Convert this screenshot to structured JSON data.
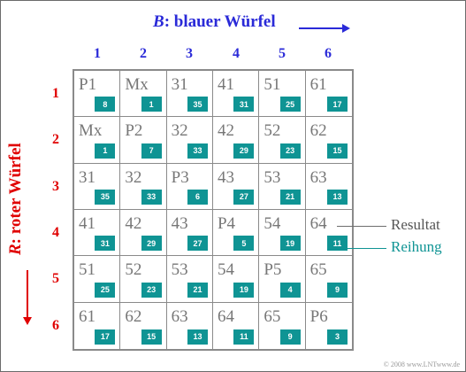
{
  "header": {
    "title_var": "B",
    "title_text": ":  blauer Würfel"
  },
  "side": {
    "title_var": "R",
    "title_text": ":  roter Würfel"
  },
  "columns": [
    "1",
    "2",
    "3",
    "4",
    "5",
    "6"
  ],
  "rows": [
    "1",
    "2",
    "3",
    "4",
    "5",
    "6"
  ],
  "cells": [
    [
      {
        "label": "P1",
        "rank": "8"
      },
      {
        "label": "Mx",
        "rank": "1"
      },
      {
        "label": "31",
        "rank": "35"
      },
      {
        "label": "41",
        "rank": "31"
      },
      {
        "label": "51",
        "rank": "25"
      },
      {
        "label": "61",
        "rank": "17"
      }
    ],
    [
      {
        "label": "Mx",
        "rank": "1"
      },
      {
        "label": "P2",
        "rank": "7"
      },
      {
        "label": "32",
        "rank": "33"
      },
      {
        "label": "42",
        "rank": "29"
      },
      {
        "label": "52",
        "rank": "23"
      },
      {
        "label": "62",
        "rank": "15"
      }
    ],
    [
      {
        "label": "31",
        "rank": "35"
      },
      {
        "label": "32",
        "rank": "33"
      },
      {
        "label": "P3",
        "rank": "6"
      },
      {
        "label": "43",
        "rank": "27"
      },
      {
        "label": "53",
        "rank": "21"
      },
      {
        "label": "63",
        "rank": "13"
      }
    ],
    [
      {
        "label": "41",
        "rank": "31"
      },
      {
        "label": "42",
        "rank": "29"
      },
      {
        "label": "43",
        "rank": "27"
      },
      {
        "label": "P4",
        "rank": "5"
      },
      {
        "label": "54",
        "rank": "19"
      },
      {
        "label": "64",
        "rank": "11"
      }
    ],
    [
      {
        "label": "51",
        "rank": "25"
      },
      {
        "label": "52",
        "rank": "23"
      },
      {
        "label": "53",
        "rank": "21"
      },
      {
        "label": "54",
        "rank": "19"
      },
      {
        "label": "P5",
        "rank": "4"
      },
      {
        "label": "65",
        "rank": "9"
      }
    ],
    [
      {
        "label": "61",
        "rank": "17"
      },
      {
        "label": "62",
        "rank": "15"
      },
      {
        "label": "63",
        "rank": "13"
      },
      {
        "label": "64",
        "rank": "11"
      },
      {
        "label": "65",
        "rank": "9"
      },
      {
        "label": "P6",
        "rank": "3"
      }
    ]
  ],
  "legend": {
    "result_label": "Resultat",
    "rank_label": "Reihung"
  },
  "colors": {
    "blue": "#2a2ad8",
    "red": "#e00000",
    "teal": "#0f9494",
    "cell_text": "#777777",
    "result_line": "#6e6e6e"
  },
  "copyright": "© 2008 www.LNTwww.de"
}
